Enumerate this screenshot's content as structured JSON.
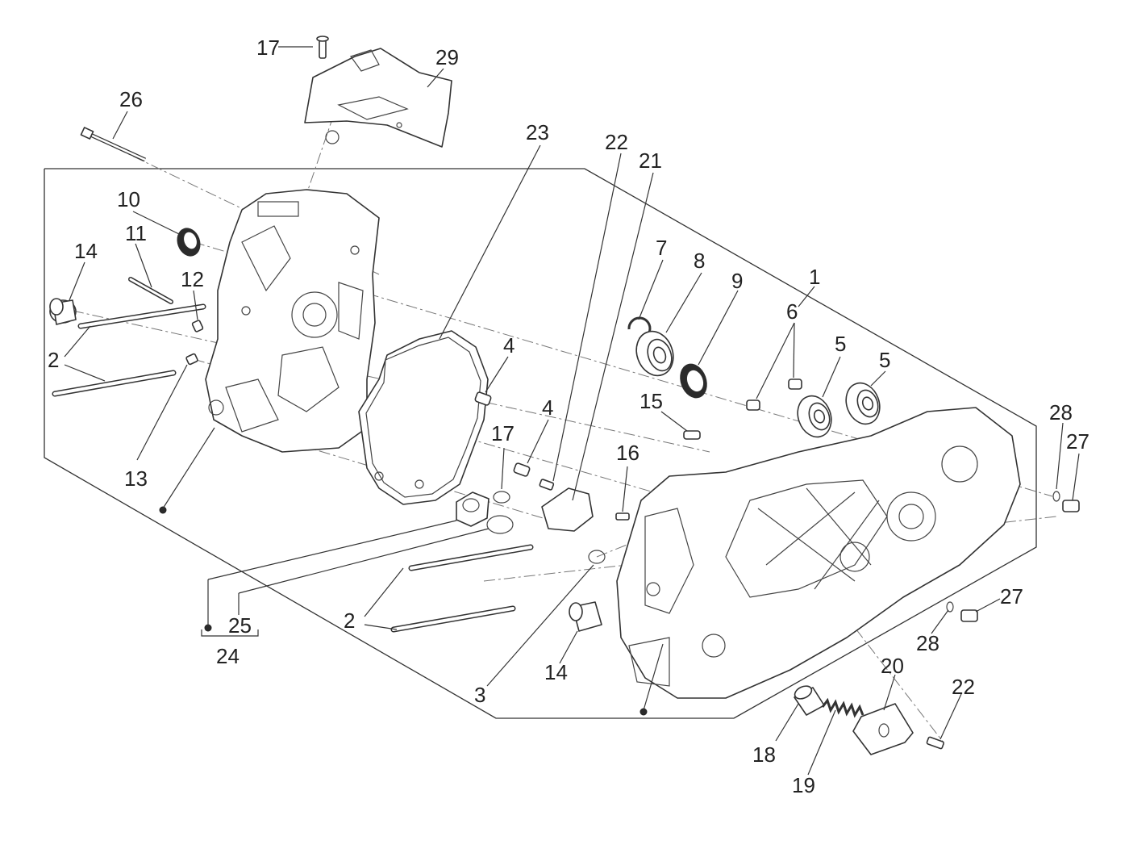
{
  "labels": [
    "1",
    "2",
    "2",
    "3",
    "4",
    "4",
    "5",
    "5",
    "6",
    "7",
    "8",
    "9",
    "10",
    "11",
    "12",
    "13",
    "14",
    "14",
    "15",
    "16",
    "17",
    "17",
    "18",
    "19",
    "20",
    "21",
    "22",
    "22",
    "23",
    "24",
    "25",
    "26",
    "27",
    "27",
    "28",
    "28",
    "29"
  ]
}
